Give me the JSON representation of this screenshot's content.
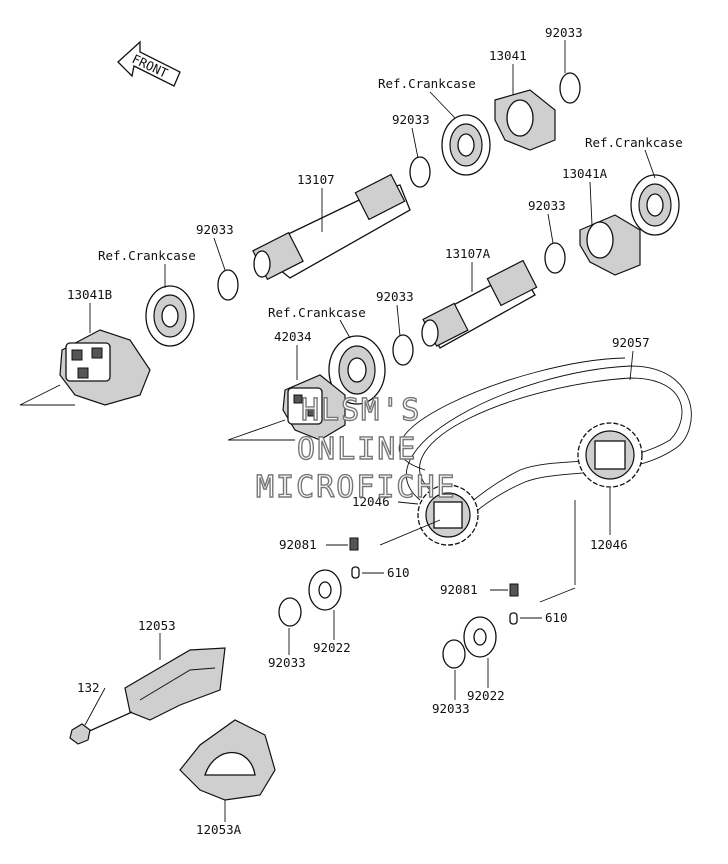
{
  "front_indicator": "FRONT",
  "watermark": {
    "line1": "HLSM'S",
    "line2": "ONLINE",
    "line3": "MICROFICHE"
  },
  "labels": {
    "p13041": "13041",
    "p92033_top": "92033",
    "refcrank_top": "Ref.Crankcase",
    "p92033_upper": "92033",
    "p13107": "13107",
    "refcrank_right": "Ref.Crankcase",
    "p13041A": "13041A",
    "p92033_right": "92033",
    "p92033_left": "92033",
    "refcrank_left": "Ref.Crankcase",
    "p13107A": "13107A",
    "p13041B": "13041B",
    "p92033_mid": "92033",
    "refcrank_mid": "Ref.Crankcase",
    "p42034": "42034",
    "p92057": "92057",
    "p12046_left": "12046",
    "p12046_right": "12046",
    "p92081_left": "92081",
    "p610_left": "610",
    "p92081_right": "92081",
    "p610_right": "610",
    "p92033_low_left": "92033",
    "p92022_left": "92022",
    "p92033_low_right": "92033",
    "p92022_right": "92022",
    "p12053": "12053",
    "p132": "132",
    "p12053A": "12053A"
  }
}
